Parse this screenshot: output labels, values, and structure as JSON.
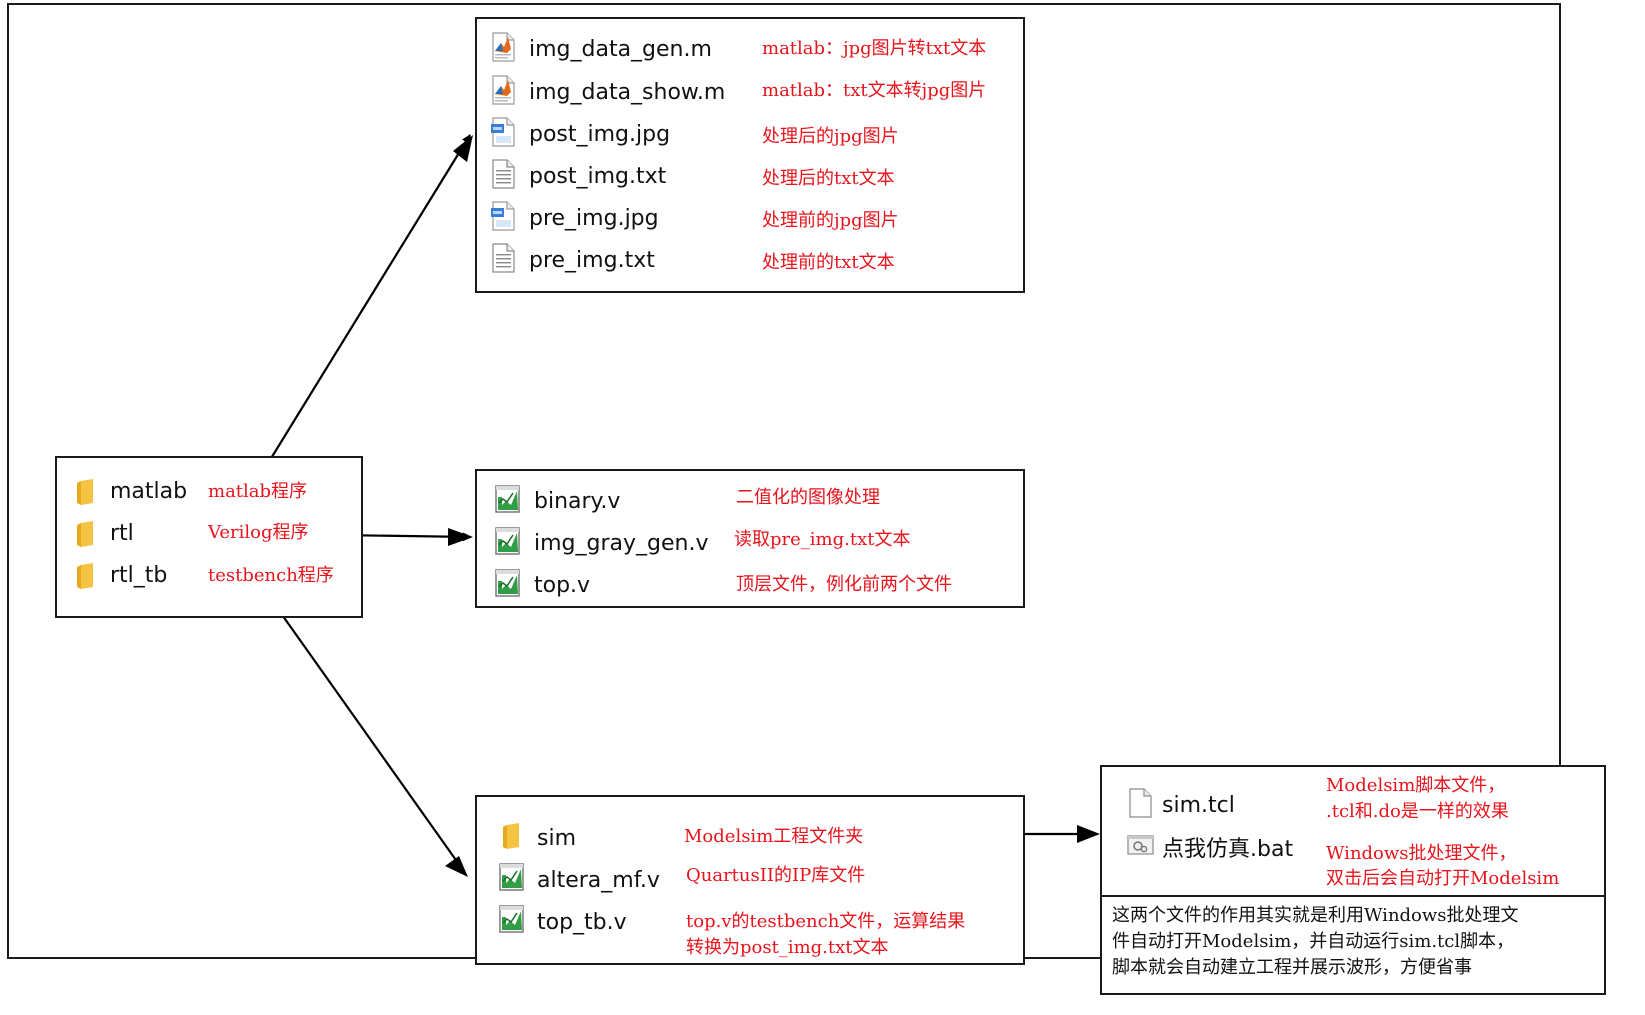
{
  "colors": {
    "annotation": "#e8131b",
    "line": "#1a1a1a",
    "folder": "#f5c342"
  },
  "matlab_group": {
    "items": [
      {
        "name": "img_data_gen.m",
        "icon": "matlab-file-icon",
        "note": "matlab：jpg图片转txt文本"
      },
      {
        "name": "img_data_show.m",
        "icon": "matlab-file-icon",
        "note": "matlab：txt文本转jpg图片"
      },
      {
        "name": "post_img.jpg",
        "icon": "jpg-image-icon",
        "note": "处理后的jpg图片"
      },
      {
        "name": "post_img.txt",
        "icon": "text-file-icon",
        "note": "处理后的txt文本"
      },
      {
        "name": "pre_img.jpg",
        "icon": "jpg-image-icon",
        "note": "处理前的jpg图片"
      },
      {
        "name": "pre_img.txt",
        "icon": "text-file-icon",
        "note": "处理前的txt文本"
      }
    ]
  },
  "root_folder": {
    "items": [
      {
        "name": "matlab",
        "icon": "folder-icon",
        "note": "matlab程序"
      },
      {
        "name": "rtl",
        "icon": "folder-icon",
        "note": "Verilog程序"
      },
      {
        "name": "rtl_tb",
        "icon": "folder-icon",
        "note": "testbench程序"
      }
    ]
  },
  "rtl_group": {
    "items": [
      {
        "name": "binary.v",
        "icon": "verilog-file-icon",
        "note": "二值化的图像处理"
      },
      {
        "name": "img_gray_gen.v",
        "icon": "verilog-file-icon",
        "note": "读取pre_img.txt文本"
      },
      {
        "name": "top.v",
        "icon": "verilog-file-icon",
        "note": "顶层文件，例化前两个文件"
      }
    ]
  },
  "tb_group": {
    "items": [
      {
        "name": "sim",
        "icon": "folder-icon",
        "note": "Modelsim工程文件夹"
      },
      {
        "name": "altera_mf.v",
        "icon": "verilog-file-icon",
        "note": "QuartusII的IP库文件"
      },
      {
        "name": "top_tb.v",
        "icon": "verilog-file-icon",
        "note_line1": "top.v的testbench文件，运算结果",
        "note_line2": "转换为post_img.txt文本"
      }
    ]
  },
  "sim_group": {
    "items": [
      {
        "name": "sim.tcl",
        "icon": "blank-file-icon",
        "note_line1": "Modelsim脚本文件，",
        "note_line2": ".tcl和.do是一样的效果"
      },
      {
        "name": "点我仿真.bat",
        "icon": "batch-file-icon",
        "note_line1": "Windows批处理文件，",
        "note_line2": "双击后会自动打开Modelsim"
      }
    ],
    "description": [
      "这两个文件的作用其实就是利用Windows批处理文",
      "件自动打开Modelsim，并自动运行sim.tcl脚本，",
      "脚本就会自动建立工程并展示波形，方便省事"
    ]
  }
}
